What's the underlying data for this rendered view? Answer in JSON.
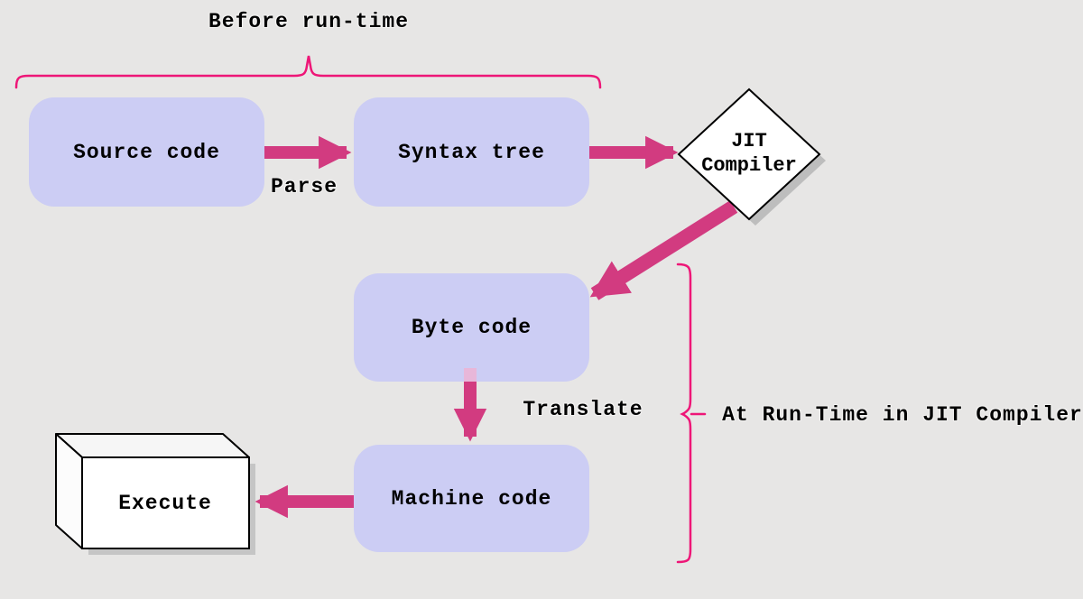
{
  "title": "JIT compilation flow diagram",
  "annotations": {
    "before_runtime": "Before run-time",
    "at_runtime": "At Run-Time in JIT Compiler",
    "parse": "Parse",
    "translate": "Translate"
  },
  "nodes": {
    "source": {
      "label": "Source code",
      "shape": "rounded-rect"
    },
    "syntax": {
      "label": "Syntax tree",
      "shape": "rounded-rect"
    },
    "jit": {
      "label_line1": "JIT",
      "label_line2": "Compiler",
      "shape": "diamond"
    },
    "byte": {
      "label": "Byte code",
      "shape": "rounded-rect"
    },
    "machine": {
      "label": "Machine code",
      "shape": "rounded-rect"
    },
    "execute": {
      "label": "Execute",
      "shape": "cuboid"
    }
  },
  "edges": [
    {
      "from": "source",
      "to": "syntax",
      "label": "Parse"
    },
    {
      "from": "syntax",
      "to": "jit",
      "label": ""
    },
    {
      "from": "jit",
      "to": "byte",
      "label": ""
    },
    {
      "from": "byte",
      "to": "machine",
      "label": "Translate"
    },
    {
      "from": "machine",
      "to": "execute",
      "label": ""
    }
  ],
  "colors": {
    "background": "#e7e6e5",
    "node_fill": "#cccdf4",
    "arrow": "#d23b80",
    "brace": "#ee1677",
    "shape_fill": "#ffffff",
    "shape_stroke": "#000000",
    "shadow": "#bdbdbd",
    "text": "#000000"
  }
}
